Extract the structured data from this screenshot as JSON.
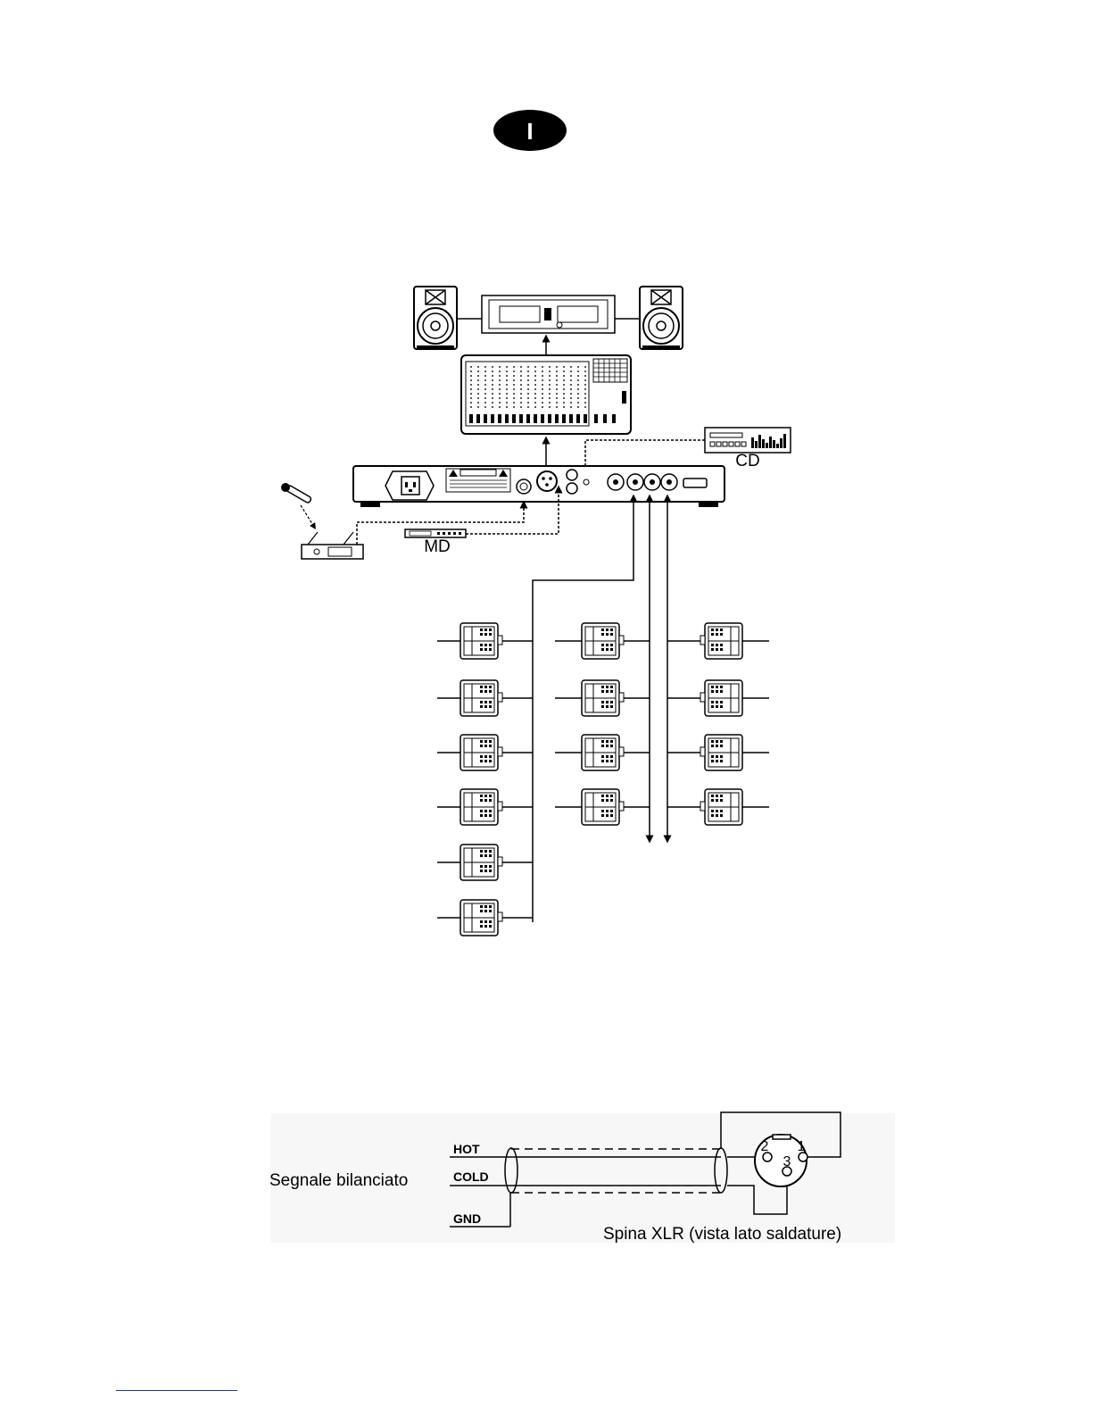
{
  "header": {
    "lang_badge": "I"
  },
  "devices": {
    "cd_label": "CD",
    "md_label": "MD"
  },
  "wiring": {
    "caption_left": "Segnale bilanciato",
    "hot": "HOT",
    "cold": "COLD",
    "gnd": "GND",
    "plug_caption": "Spina XLR (vista lato saldature)",
    "pin1": "1",
    "pin2": "2",
    "pin3": "3"
  }
}
